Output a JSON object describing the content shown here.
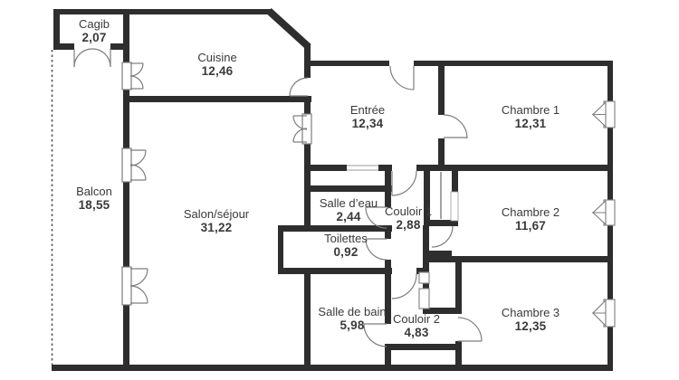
{
  "plan": {
    "type": "apartment-floorplan",
    "units": "m2-comma-decimal"
  },
  "rooms": [
    {
      "id": "cagib",
      "name": "Cagib",
      "area": "2,07"
    },
    {
      "id": "cuisine",
      "name": "Cuisine",
      "area": "12,46"
    },
    {
      "id": "balcon",
      "name": "Balcon",
      "area": "18,55"
    },
    {
      "id": "salon",
      "name": "Salon/séjour",
      "area": "31,22"
    },
    {
      "id": "entree",
      "name": "Entrée",
      "area": "12,34"
    },
    {
      "id": "chambre1",
      "name": "Chambre 1",
      "area": "12,31"
    },
    {
      "id": "salledeau",
      "name": "Salle d’eau",
      "area": "2,44"
    },
    {
      "id": "couloir1",
      "name": "Couloir 1",
      "area": "2,88"
    },
    {
      "id": "toilettes",
      "name": "Toilettes",
      "area": "0,92"
    },
    {
      "id": "chambre2",
      "name": "Chambre 2",
      "area": "11,67"
    },
    {
      "id": "salledebain",
      "name": "Salle de bain",
      "area": "5,98"
    },
    {
      "id": "couloir2",
      "name": "Couloir 2",
      "area": "4,83"
    },
    {
      "id": "chambre3",
      "name": "Chambre 3",
      "area": "12,35"
    }
  ],
  "colors": {
    "wall": "#2e2e2e",
    "text": "#3a3a3a",
    "symbol_outline": "#7d7d7d",
    "background": "#ffffff"
  }
}
